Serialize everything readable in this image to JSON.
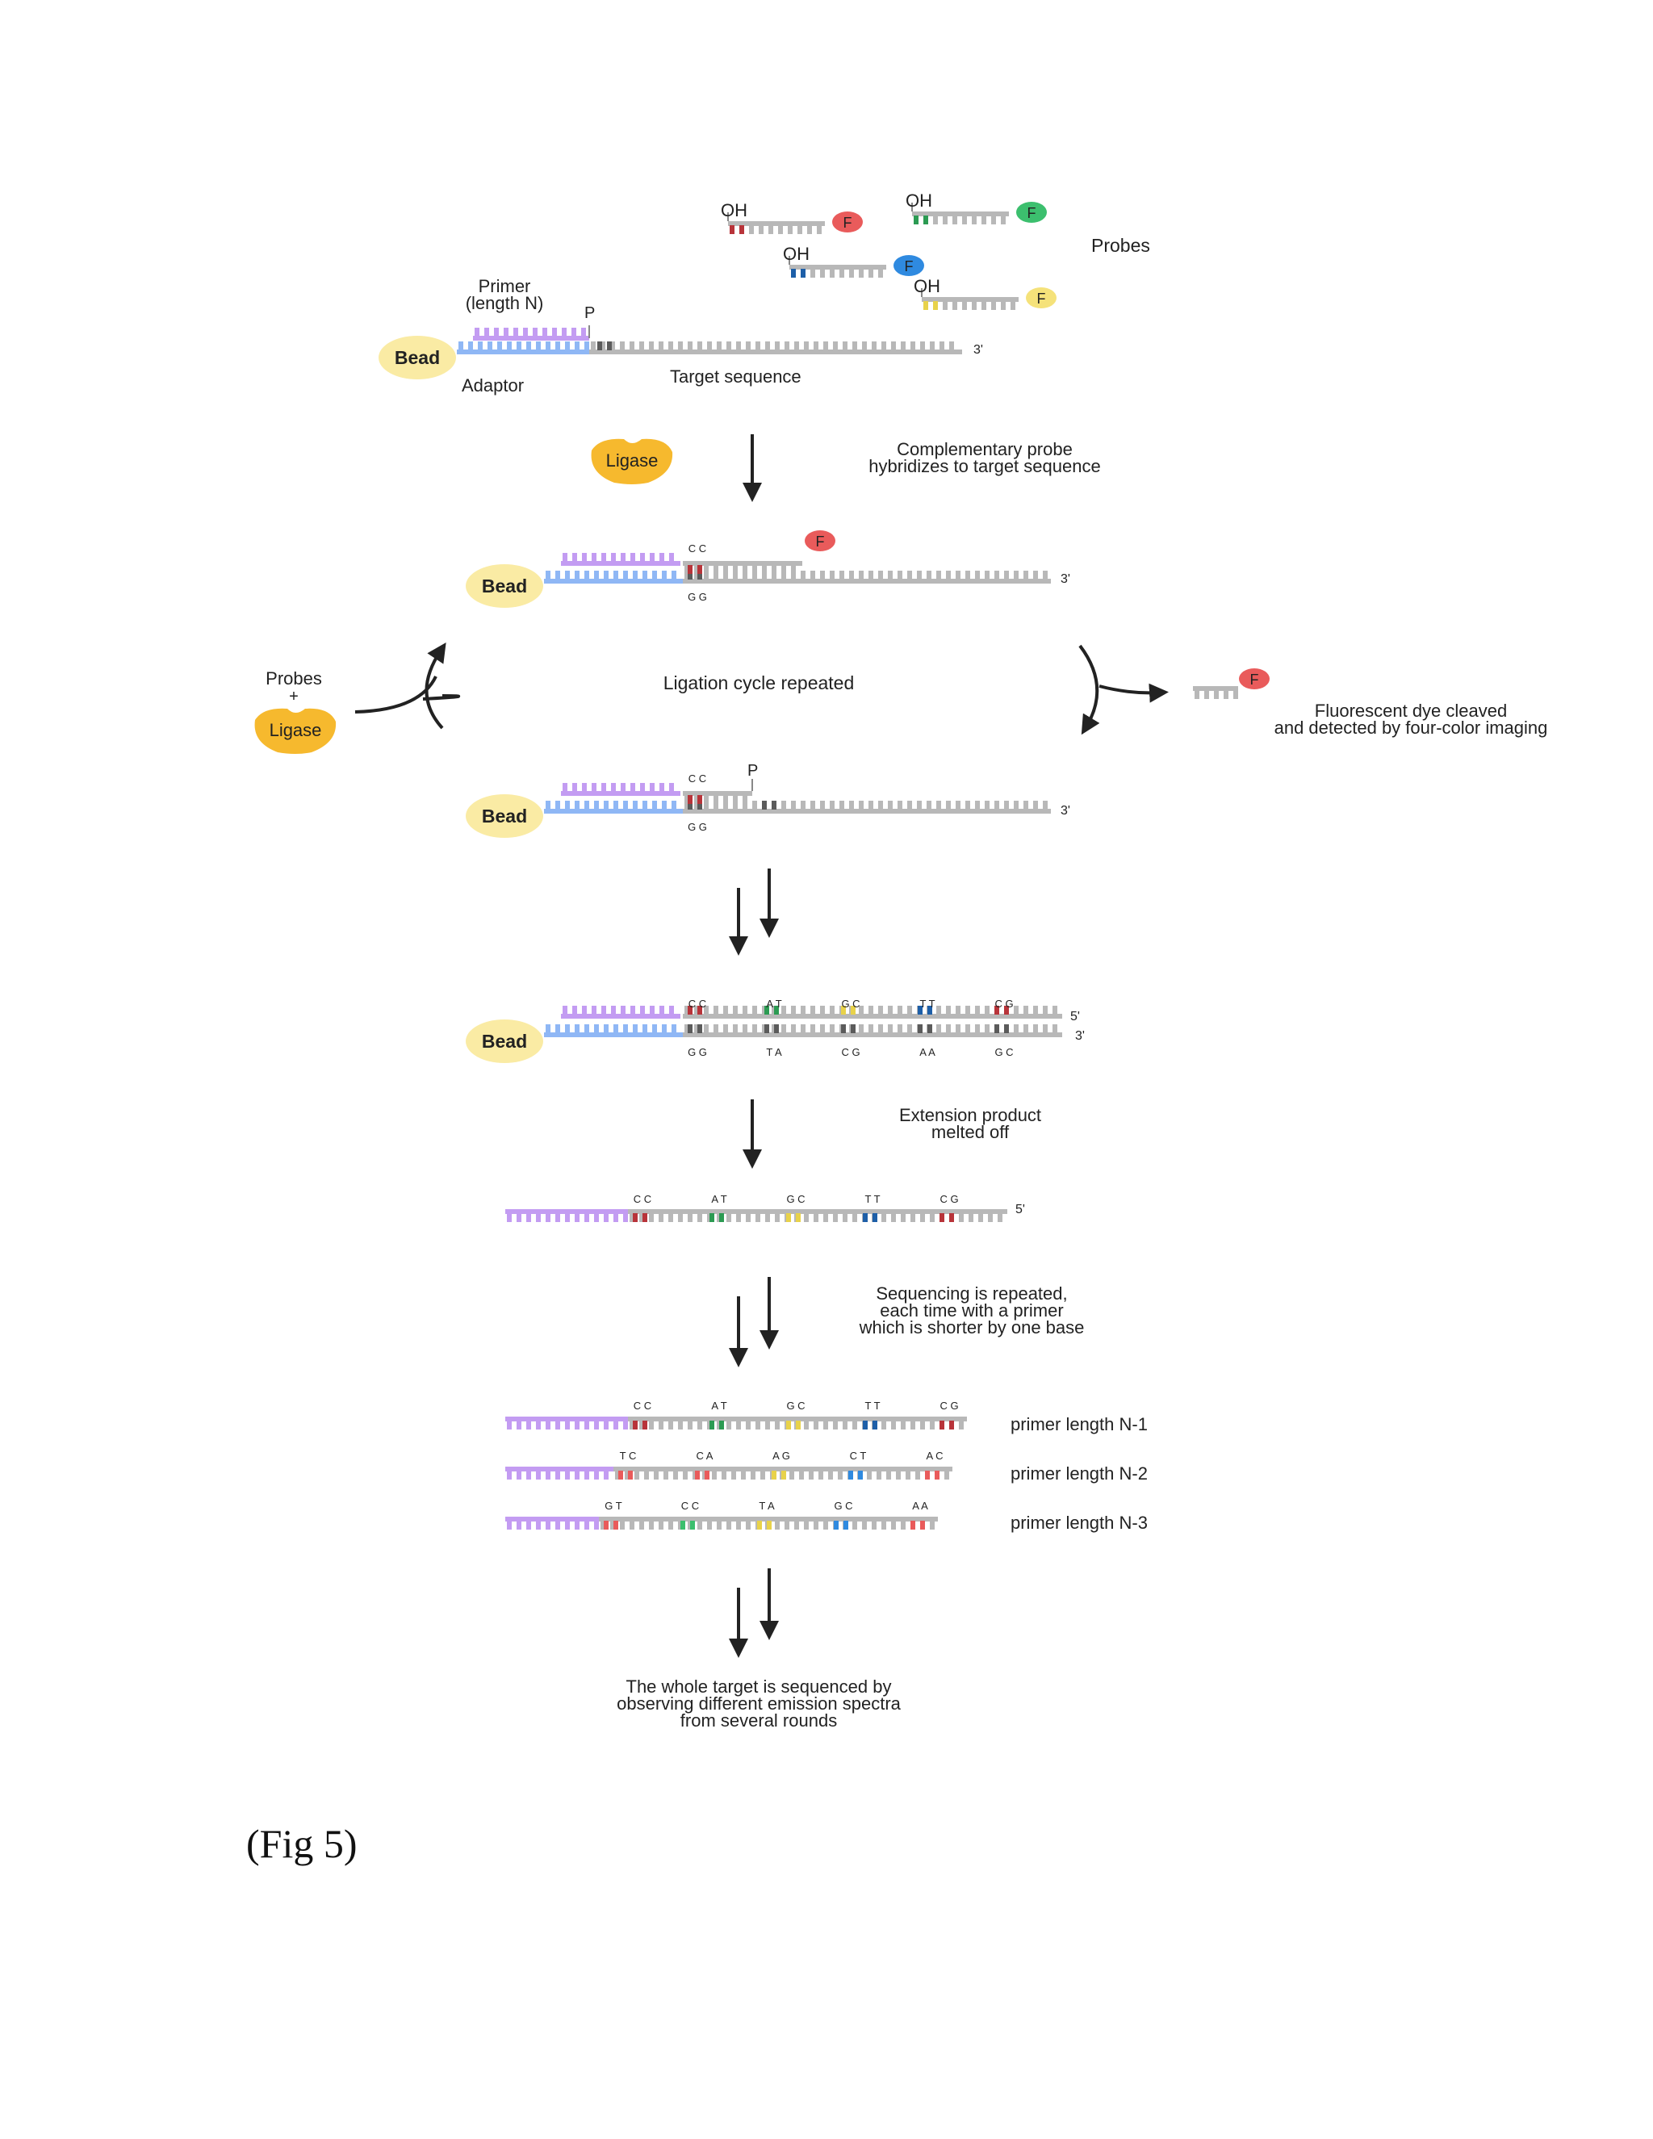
{
  "labels": {
    "probes": "Probes",
    "oh": "OH",
    "dye": "F",
    "primer_line1": "Primer",
    "primer_line2": "(length N)",
    "phosphate": "P",
    "bead": "Bead",
    "adaptor": "Adaptor",
    "target_sequence": "Target sequence",
    "three_prime": "3'",
    "five_prime": "5'",
    "ligase": "Ligase",
    "hybridize_line1": "Complementary probe",
    "hybridize_line2": "hybridizes to target sequence",
    "ligation_cycle": "Ligation cycle repeated",
    "probes_plus_ligase_probes": "Probes",
    "probes_plus_ligase_plus": "+",
    "cleave_line1": "Fluorescent dye cleaved",
    "cleave_line2": "and detected by four-color imaging",
    "melt_line1": "Extension product",
    "melt_line2": "melted off",
    "repeat_line1": "Sequencing is repeated,",
    "repeat_line2": "each time with a primer",
    "repeat_line3": "which is shorter by one base",
    "final_line1": "The whole target is sequenced by",
    "final_line2": "observing different emission spectra",
    "final_line3": "from several rounds",
    "caption": "(Fig 5)"
  },
  "first_ligation": {
    "top_pair": "C C",
    "bottom_pair": "G G"
  },
  "extension_pairs": {
    "top": [
      "C C",
      "A T",
      "G C",
      "T T",
      "C G"
    ],
    "bottom": [
      "G G",
      "T A",
      "C G",
      "A A",
      "G C"
    ]
  },
  "rounds": [
    {
      "label": "primer length N-1",
      "pairs": [
        "C C",
        "A T",
        "G C",
        "T T",
        "C G"
      ]
    },
    {
      "label": "primer length N-2",
      "pairs": [
        "T C",
        "C A",
        "A G",
        "C T",
        "A C"
      ]
    },
    {
      "label": "primer length N-3",
      "pairs": [
        "G T",
        "C C",
        "T A",
        "G C",
        "A A"
      ]
    }
  ],
  "colors": {
    "red_dye": "#e95b5b",
    "green_dye": "#3cbf6e",
    "blue_dye": "#2f8ae0",
    "yellow_dye": "#f5e27a",
    "primer": "#c39cf2",
    "adaptor": "#8fb7f5",
    "strand": "#b8b8b8",
    "bead": "#faeba4",
    "ligase": "#f6b92e",
    "base_red": "#b8343a",
    "base_green": "#2c9b53",
    "base_blue": "#1e5fa8",
    "base_yellow": "#e8d24a",
    "base_dark": "#5b5b5b"
  }
}
